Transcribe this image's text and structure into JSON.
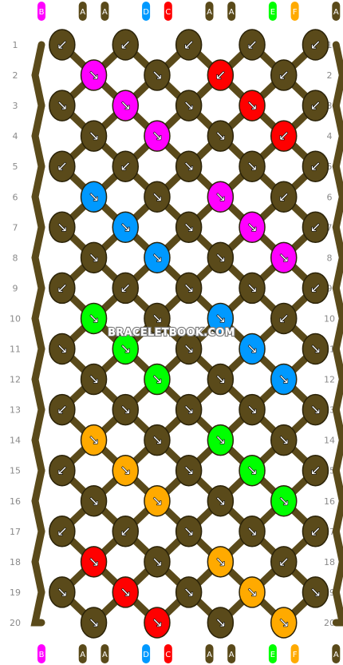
{
  "watermark": "BRACELETBOOK.COM",
  "colors": {
    "A": "#5a4a1a",
    "B": "#ff00ff",
    "C": "#ff0000",
    "D": "#0099ff",
    "E": "#00ff00",
    "F": "#ffaa00"
  },
  "strands_top": [
    "B",
    "A",
    "A",
    "D",
    "C",
    "A",
    "A",
    "E",
    "F",
    "A"
  ],
  "strands_bottom": [
    "B",
    "A",
    "A",
    "D",
    "C",
    "A",
    "A",
    "E",
    "F",
    "A"
  ],
  "row_numbers": [
    "1",
    "2",
    "3",
    "4",
    "5",
    "6",
    "7",
    "8",
    "9",
    "10",
    "11",
    "12",
    "13",
    "14",
    "15",
    "16",
    "17",
    "18",
    "19",
    "20"
  ],
  "rows": [
    [
      "↙",
      "↙",
      "↙",
      "↙",
      "↙"
    ],
    [
      "↘",
      "↘",
      "↙",
      "↙"
    ],
    [
      "↘",
      "↘",
      "↘",
      "↘",
      "↙"
    ],
    [
      "↘",
      "↘",
      "↘",
      "↙"
    ],
    [
      "↙",
      "↙",
      "↘",
      "↘",
      "↙"
    ],
    [
      "↘",
      "↘",
      "↘",
      "↙"
    ],
    [
      "↘",
      "↘",
      "↘",
      "↘",
      "↙"
    ],
    [
      "↘",
      "↘",
      "↘",
      "↘"
    ],
    [
      "↙",
      "↙",
      "↘",
      "↘",
      "↙"
    ],
    [
      "↘",
      "↘",
      "↘",
      "↙"
    ],
    [
      "↘",
      "↘",
      "↘",
      "↘",
      "↘"
    ],
    [
      "↘",
      "↘",
      "↘",
      "↘"
    ],
    [
      "↙",
      "↘",
      "↘",
      "↘",
      "↘"
    ],
    [
      "↘",
      "↘",
      "↘",
      "↘"
    ],
    [
      "↙",
      "↘",
      "↘",
      "↘",
      "↙"
    ],
    [
      "↘",
      "↘",
      "↘",
      "↘"
    ],
    [
      "↙",
      "↙",
      "↘",
      "↘",
      "↙"
    ],
    [
      "↘",
      "↘",
      "↘",
      "↙"
    ],
    [
      "↘",
      "↘",
      "↘",
      "↘",
      "↘"
    ],
    [
      "↘",
      "↘",
      "↘",
      "↘"
    ]
  ],
  "knot_colors": [
    [
      "A",
      "A",
      "A",
      "A",
      "A"
    ],
    [
      "B",
      "A",
      "C",
      "A"
    ],
    [
      "A",
      "B",
      "A",
      "C",
      "A"
    ],
    [
      "A",
      "B",
      "A",
      "C"
    ],
    [
      "A",
      "A",
      "A",
      "A",
      "A"
    ],
    [
      "D",
      "A",
      "B",
      "A"
    ],
    [
      "A",
      "D",
      "A",
      "B",
      "A"
    ],
    [
      "A",
      "D",
      "A",
      "B"
    ],
    [
      "A",
      "A",
      "A",
      "A",
      "A"
    ],
    [
      "E",
      "A",
      "D",
      "A"
    ],
    [
      "A",
      "E",
      "A",
      "D",
      "A"
    ],
    [
      "A",
      "E",
      "A",
      "D"
    ],
    [
      "A",
      "A",
      "A",
      "A",
      "A"
    ],
    [
      "F",
      "A",
      "E",
      "A"
    ],
    [
      "A",
      "F",
      "A",
      "E",
      "A"
    ],
    [
      "A",
      "F",
      "A",
      "E"
    ],
    [
      "A",
      "A",
      "A",
      "A",
      "A"
    ],
    [
      "C",
      "A",
      "F",
      "A"
    ],
    [
      "A",
      "C",
      "A",
      "F",
      "A"
    ],
    [
      "A",
      "C",
      "A",
      "F"
    ]
  ]
}
